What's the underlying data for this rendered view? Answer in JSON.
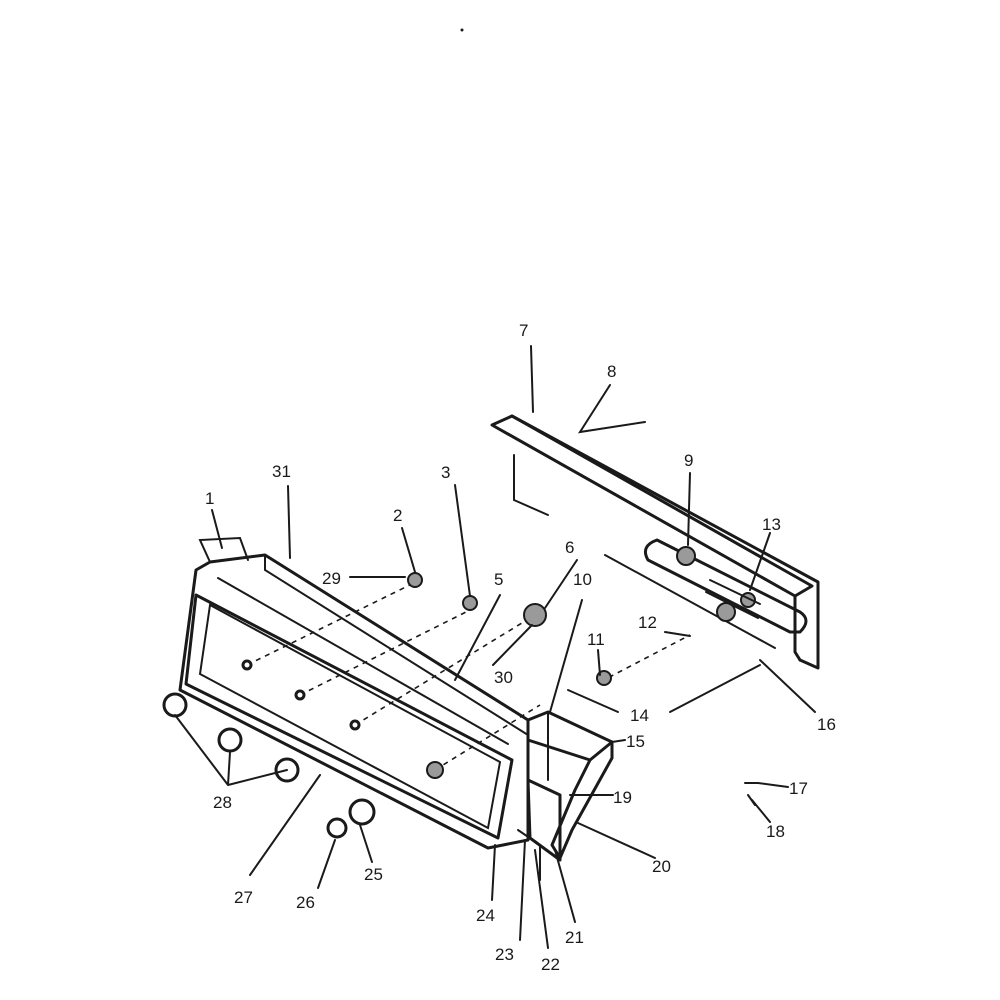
{
  "diagram": {
    "callouts": [
      "1",
      "2",
      "3",
      "5",
      "6",
      "7",
      "8",
      "9",
      "10",
      "11",
      "12",
      "13",
      "14",
      "15",
      "16",
      "17",
      "18",
      "19",
      "20",
      "21",
      "22",
      "23",
      "24",
      "25",
      "26",
      "27",
      "28",
      "29",
      "30",
      "31"
    ]
  }
}
